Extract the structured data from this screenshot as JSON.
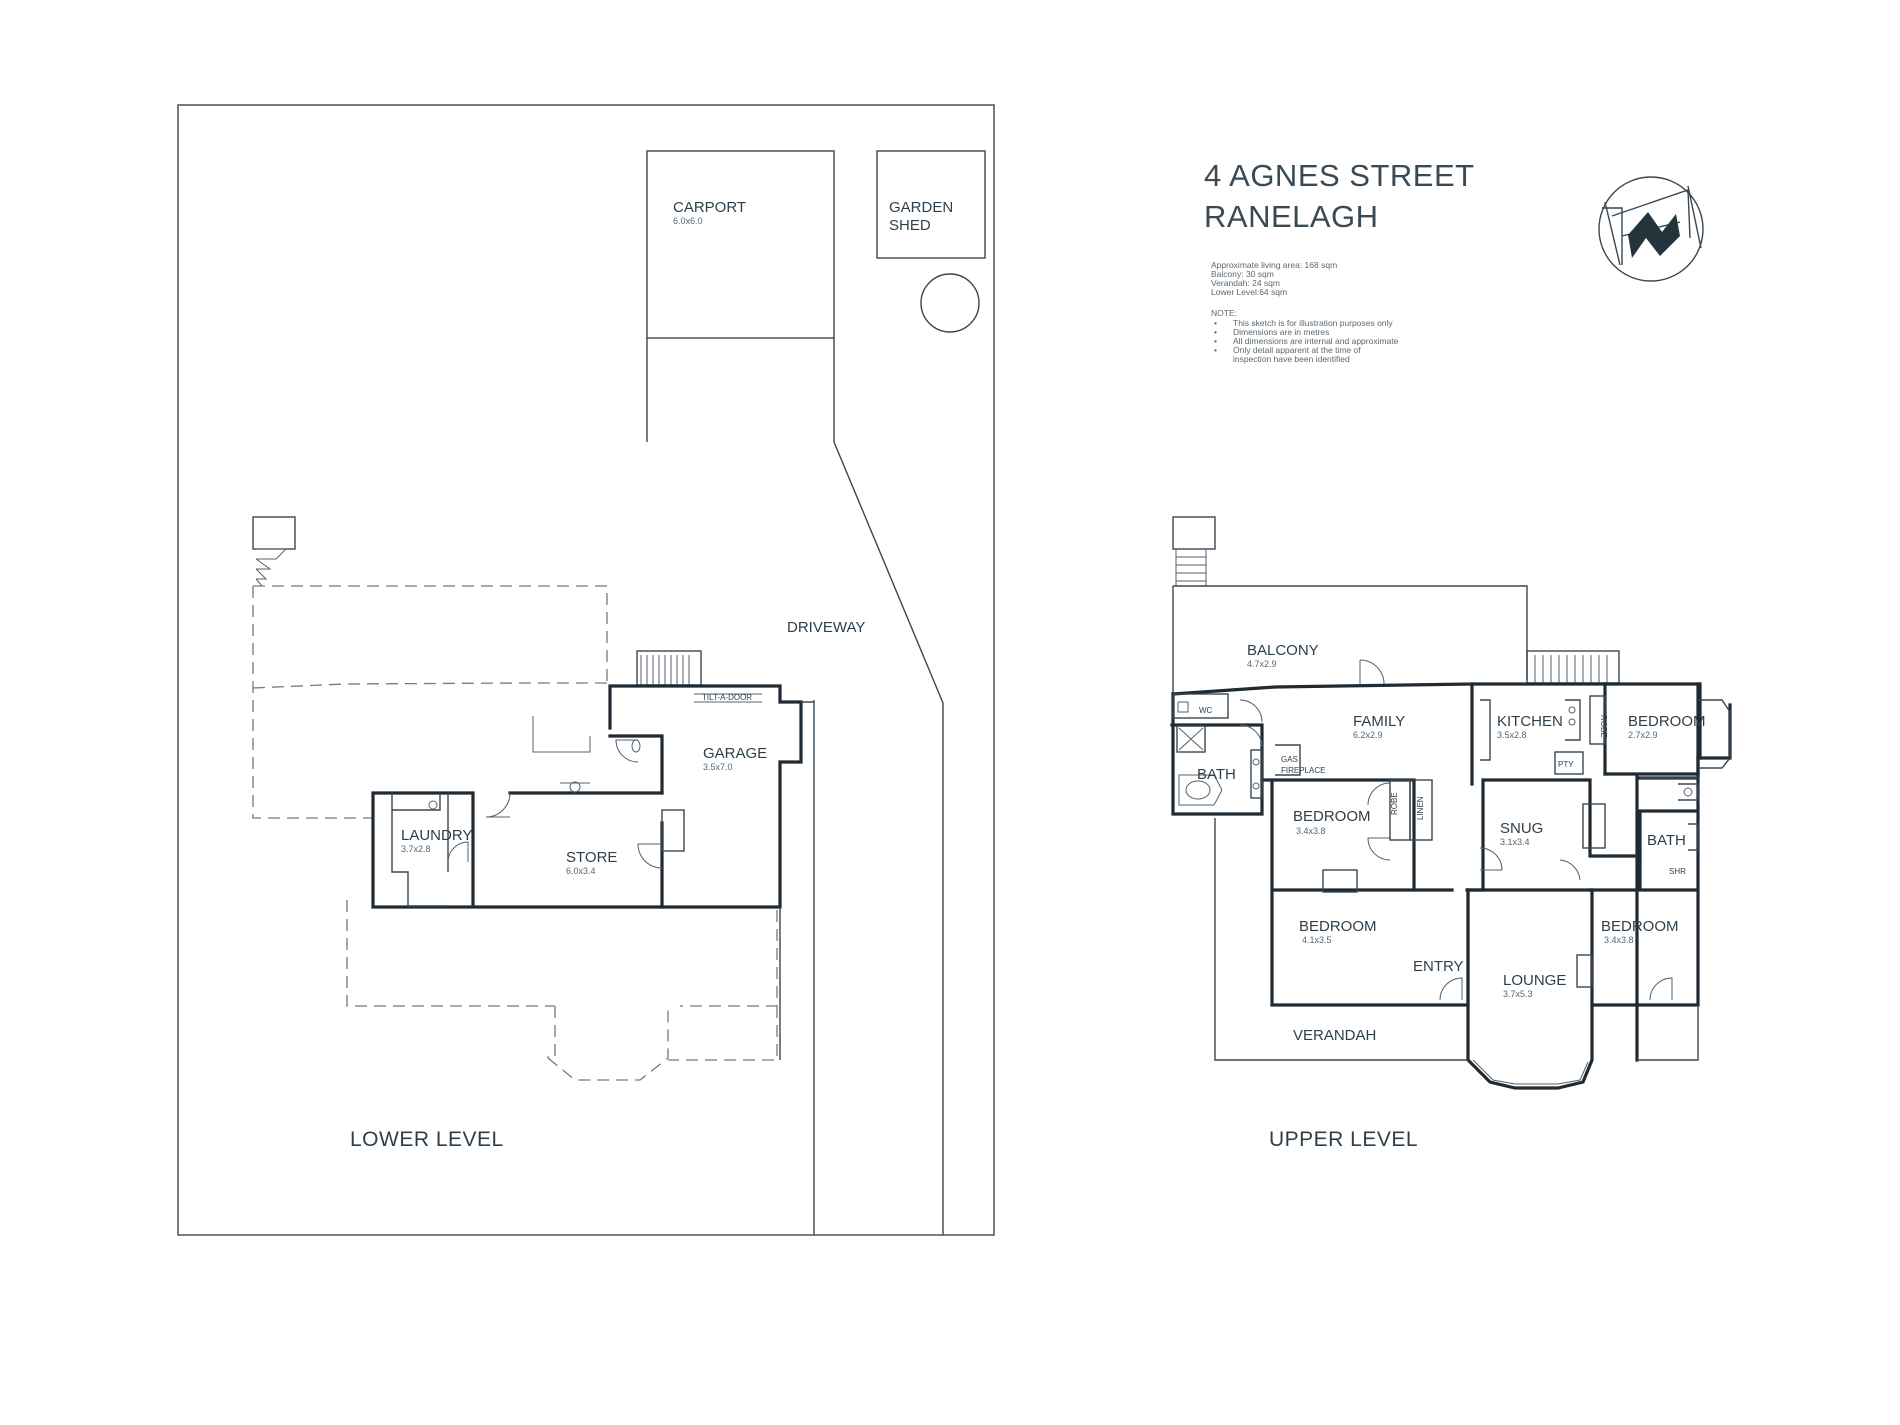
{
  "title": {
    "line1": "4 AGNES STREET",
    "line2": "RANELAGH"
  },
  "areas": {
    "living": "Approximate living area: 168 sqm",
    "balcony": "Balcony:    30 sqm",
    "verandah": "Verandah:    24 sqm",
    "lower": "Lower Level:64 sqm"
  },
  "notes": {
    "heading": "NOTE:",
    "items": [
      "This sketch is for illustration purposes only",
      "Dimensions are in metres",
      "All dimensions are internal and approximate",
      "Only detail apparent at the time of",
      "inspection have been identified"
    ]
  },
  "levels": {
    "lower": "LOWER LEVEL",
    "upper": "UPPER LEVEL"
  },
  "lower_level": {
    "carport": {
      "name": "CARPORT",
      "dim": "6.0x6.0"
    },
    "garden_shed": {
      "line1": "GARDEN",
      "line2": "SHED"
    },
    "driveway": "DRIVEWAY",
    "tilt_door": "TILT-A-DOOR",
    "garage": {
      "name": "GARAGE",
      "dim": "3.5x7.0"
    },
    "laundry": {
      "name": "LAUNDRY",
      "dim": "3.7x2.8"
    },
    "store": {
      "name": "STORE",
      "dim": "6.0x3.4"
    }
  },
  "upper_level": {
    "balcony": {
      "name": "BALCONY",
      "dim": "4.7x2.9"
    },
    "family": {
      "name": "FAMILY",
      "dim": "6.2x2.9"
    },
    "kitchen": {
      "name": "KITCHEN",
      "dim": "3.5x2.8"
    },
    "bedroom_ne": {
      "name": "BEDROOM",
      "dim": "2.7x2.9"
    },
    "wc": "WC",
    "bath_left": "BATH",
    "gas_fireplace": {
      "line1": "GAS",
      "line2": "FIREPLACE"
    },
    "pty": "PTY",
    "robe_kitchen": "ROBE",
    "bedroom_mid": {
      "name": "BEDROOM",
      "dim": "3.4x3.8"
    },
    "robe": "ROBE",
    "linen": "LINEN",
    "snug": {
      "name": "SNUG",
      "dim": "3.1x3.4"
    },
    "bath_right": "BATH",
    "shr": "SHR",
    "bedroom_sw": {
      "name": "BEDROOM",
      "dim": "4.1x3.5"
    },
    "entry": "ENTRY",
    "lounge": {
      "name": "LOUNGE",
      "dim": "3.7x5.3"
    },
    "bedroom_se": {
      "name": "BEDROOM",
      "dim": "3.4x3.8"
    },
    "verandah": "VERANDAH"
  }
}
